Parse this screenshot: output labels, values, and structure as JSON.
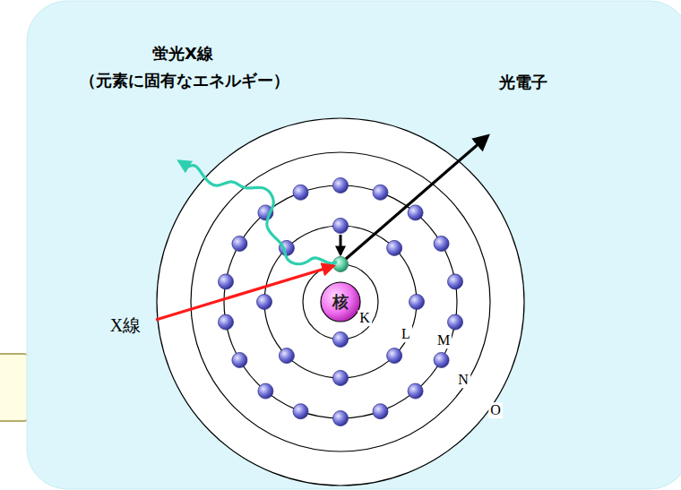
{
  "diagram": {
    "nodes": [
      {
        "text": [
          "核"
        ]
      }
    ],
    "labels": [
      "蛍光X線",
      "（元素に固有なエネルギー）",
      "光電子",
      "X線",
      "K",
      "L",
      "M",
      "N",
      "O"
    ]
  }
}
